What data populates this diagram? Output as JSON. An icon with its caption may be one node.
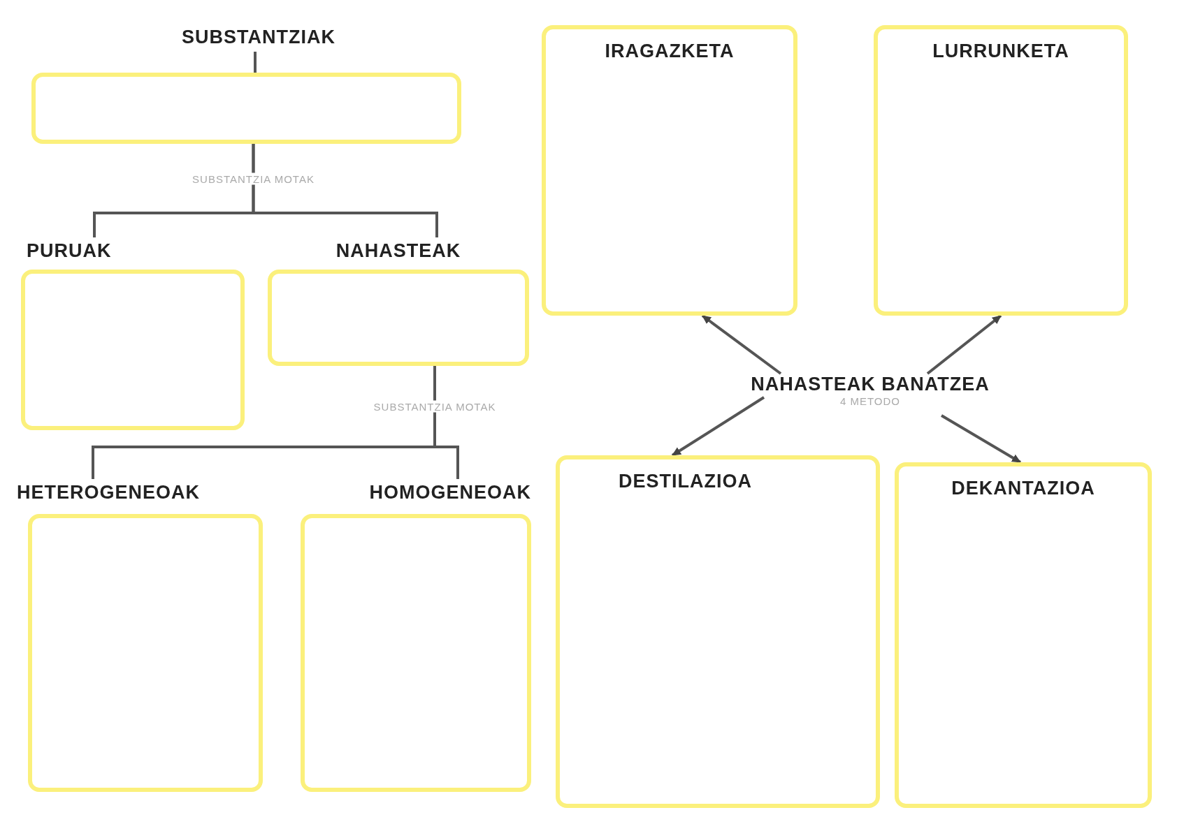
{
  "diagram": {
    "nodes": [
      {
        "text": [
          "SUBSTANTZIAK"
        ]
      },
      {
        "text": [],
        "shape": "box"
      },
      {
        "text": [
          "PURUAK"
        ]
      },
      {
        "text": [
          "NAHASTEAK"
        ]
      },
      {
        "text": [
          "HETEROGENEOAK"
        ]
      },
      {
        "text": [
          "HOMOGENEOAK"
        ]
      },
      {
        "text": [
          "IRAGAZKETA"
        ]
      },
      {
        "text": [
          "LURRUNKETA"
        ]
      },
      {
        "text": [
          "NAHASTEAK BANATZEA",
          "4 METODO"
        ]
      },
      {
        "text": [
          "DESTILAZIOA"
        ]
      },
      {
        "text": [
          "DEKANTAZIOA"
        ]
      }
    ],
    "edges": [
      {
        "from": 0,
        "to": 1,
        "arrow": "none"
      },
      {
        "from": 1,
        "to": 2,
        "arrow": "none",
        "label": "SUBSTANTZIA MOTAK"
      },
      {
        "from": 1,
        "to": 3,
        "arrow": "none"
      },
      {
        "from": 3,
        "to": 4,
        "arrow": "none",
        "label": "SUBSTANTZIA MOTAK"
      },
      {
        "from": 3,
        "to": 5,
        "arrow": "none"
      },
      {
        "from": 8,
        "to": 6,
        "arrow": "to"
      },
      {
        "from": 8,
        "to": 7,
        "arrow": "to"
      },
      {
        "from": 8,
        "to": 9,
        "arrow": "to"
      },
      {
        "from": 8,
        "to": 10,
        "arrow": "to"
      }
    ]
  }
}
